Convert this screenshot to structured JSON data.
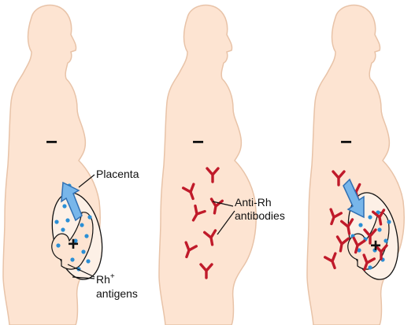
{
  "labels": {
    "placenta": "Placenta",
    "rh": "Rh",
    "rh_superscript": "+",
    "antigens": "antigens",
    "anti_rh_line1": "Anti-Rh",
    "anti_rh_line2": "antibodies"
  },
  "symbols": {
    "mother_rh": "−",
    "fetus_rh": "+"
  },
  "colors": {
    "skin": "#fde4d2",
    "skin_outline": "#e8c3a8",
    "antigen_dot": "#2a8fd6",
    "antibody": "#c01a2a",
    "arrow_fill": "#78b6ea",
    "arrow_stroke": "#2f6fb3",
    "womb_fill": "#fdf0e6"
  }
}
